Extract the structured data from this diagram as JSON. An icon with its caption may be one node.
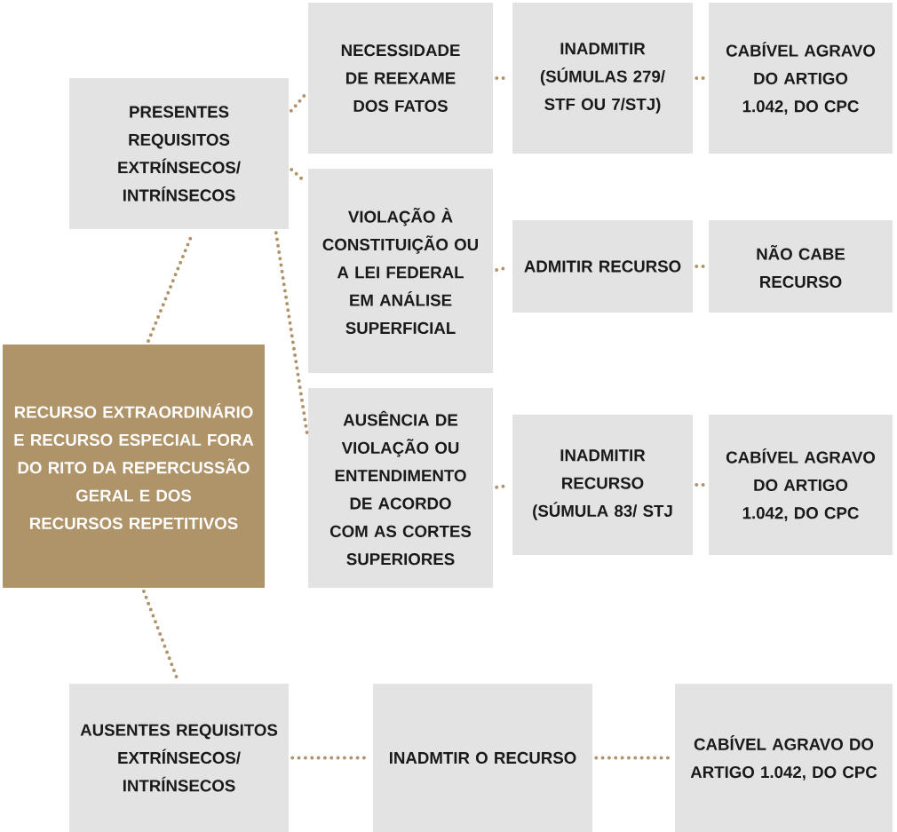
{
  "diagram": {
    "nodes": [
      {
        "text": [
          "PRESENTES REQUISITOS EXTRÍNSECOS/ INTRÍNSECOS"
        ]
      },
      {
        "text": [
          "NECESSIDADE DE REEXAME DOS FATOS"
        ]
      },
      {
        "text": [
          "INADMITIR (SÚMULAS 279/ STF OU 7/STJ)"
        ]
      },
      {
        "text": [
          "CABÍVEL AGRAVO DO ARTIGO 1.042, DO CPC"
        ]
      },
      {
        "text": [
          "VIOLAÇÃO À CONSTITUIÇÃO OU A LEI FEDERAL EM ANÁLISE SUPERFICIAL"
        ]
      },
      {
        "text": [
          "ADMITIR RECURSO"
        ]
      },
      {
        "text": [
          "NÃO CABE RECURSO"
        ]
      },
      {
        "text": [
          "RECURSO EXTRAORDINÁRIO E RECURSO ESPECIAL FORA DO RITO DA REPERCUSSÃO GERAL E DOS RECURSOS REPETITIVOS"
        ]
      },
      {
        "text": [
          "AUSÊNCIA DE VIOLAÇÃO OU ENTENDIMENTO DE ACORDO COM AS CORTES SUPERIORES"
        ]
      },
      {
        "text": [
          "INADMITIR RECURSO (SÚMULA 83/ STJ"
        ]
      },
      {
        "text": [
          "CABÍVEL AGRAVO DO ARTIGO 1.042, DO CPC"
        ]
      },
      {
        "text": [
          "AUSENTES REQUISITOS EXTRÍNSECOS/ INTRÍNSECOS"
        ]
      },
      {
        "text": [
          "INADMTIR O RECURSO"
        ]
      },
      {
        "text": [
          "CABÍVEL AGRAVO DO ARTIGO 1.042, DO CPC"
        ]
      }
    ],
    "edges": [
      {
        "from": 7,
        "to": 0,
        "arrow": "none"
      },
      {
        "from": 0,
        "to": 1,
        "arrow": "none"
      },
      {
        "from": 0,
        "to": 4,
        "arrow": "none"
      },
      {
        "from": 0,
        "to": 8,
        "arrow": "none"
      },
      {
        "from": 1,
        "to": 2,
        "arrow": "none"
      },
      {
        "from": 2,
        "to": 3,
        "arrow": "none"
      },
      {
        "from": 4,
        "to": 5,
        "arrow": "none"
      },
      {
        "from": 5,
        "to": 6,
        "arrow": "none"
      },
      {
        "from": 8,
        "to": 9,
        "arrow": "none"
      },
      {
        "from": 9,
        "to": 10,
        "arrow": "none"
      },
      {
        "from": 7,
        "to": 11,
        "arrow": "none"
      },
      {
        "from": 11,
        "to": 12,
        "arrow": "none"
      },
      {
        "from": 12,
        "to": 13,
        "arrow": "none"
      }
    ]
  }
}
